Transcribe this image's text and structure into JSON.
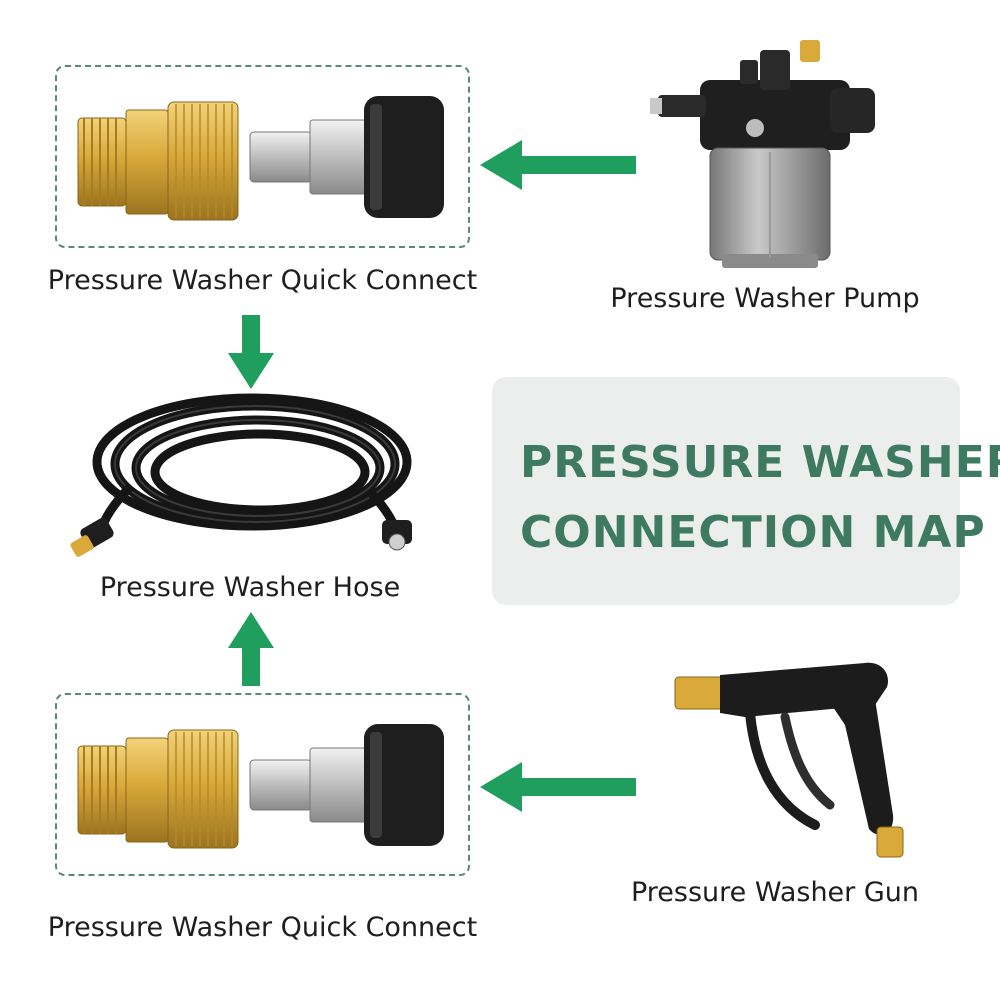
{
  "title": {
    "line1": "PRESSURE WASHER",
    "line2": "CONNECTION MAP"
  },
  "labels": {
    "quick_connect_top": "Pressure Washer Quick Connect",
    "pump": "Pressure Washer Pump",
    "hose": "Pressure Washer Hose",
    "gun": "Pressure Washer Gun",
    "quick_connect_bottom": "Pressure Washer Quick Connect"
  },
  "colors": {
    "arrow": "#1f9e5e",
    "title_text": "#3e7a62",
    "brass": "#d9a93a",
    "dashed_border": "#5a8a72"
  }
}
